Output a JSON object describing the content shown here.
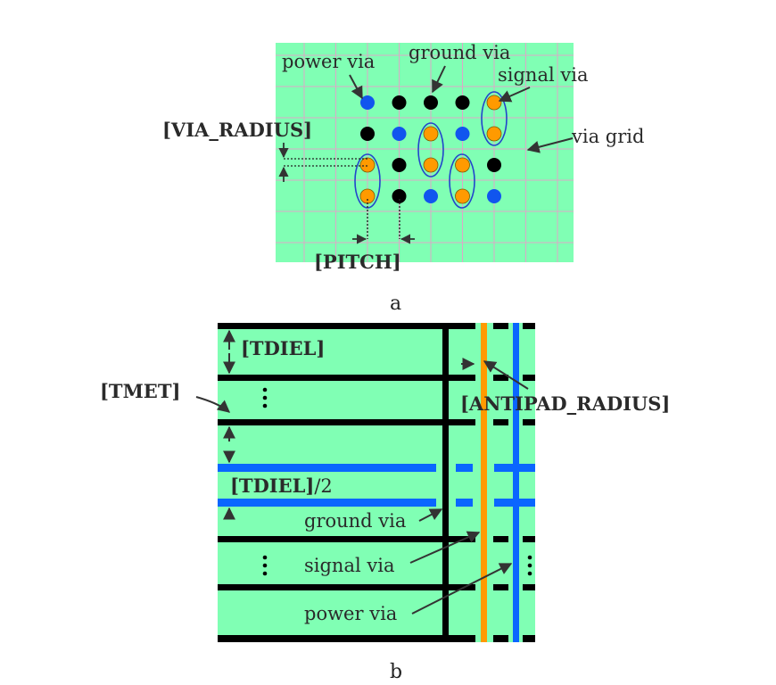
{
  "panel_a": {
    "caption": "a",
    "labels": {
      "power_via": "power via",
      "ground_via": "ground via",
      "signal_via": "signal via",
      "via_grid": "via grid",
      "via_radius": "[VIA_RADIUS]",
      "pitch": "[PITCH]"
    },
    "grid_rows": [
      [
        "power",
        "ground",
        "ground",
        "ground",
        "signal"
      ],
      [
        "ground",
        "power",
        "signal",
        "power",
        "signal"
      ],
      [
        "signal",
        "ground",
        "signal",
        "signal",
        "ground"
      ],
      [
        "signal",
        "ground",
        "power",
        "signal",
        "power"
      ]
    ],
    "colors": {
      "board": "#80ffb4",
      "gridline": "#dca8c8",
      "power": "#1155ee",
      "ground": "#000000",
      "signal": "#ff9a00",
      "pair_outline": "#2244cc"
    }
  },
  "panel_b": {
    "caption": "b",
    "labels": {
      "tdiel": "[TDIEL]",
      "tmet": "[TMET]",
      "tdiel_half_bracket": "[TDIEL]",
      "tdiel_half_suffix": "/2",
      "antipad_radius": "[ANTIPAD_RADIUS]",
      "ground_via": "ground via",
      "signal_via": "signal via",
      "power_via": "power via"
    },
    "colors": {
      "board": "#80ffb4",
      "ground": "#000000",
      "power": "#0a66ff",
      "signal": "#ff9a00"
    }
  }
}
